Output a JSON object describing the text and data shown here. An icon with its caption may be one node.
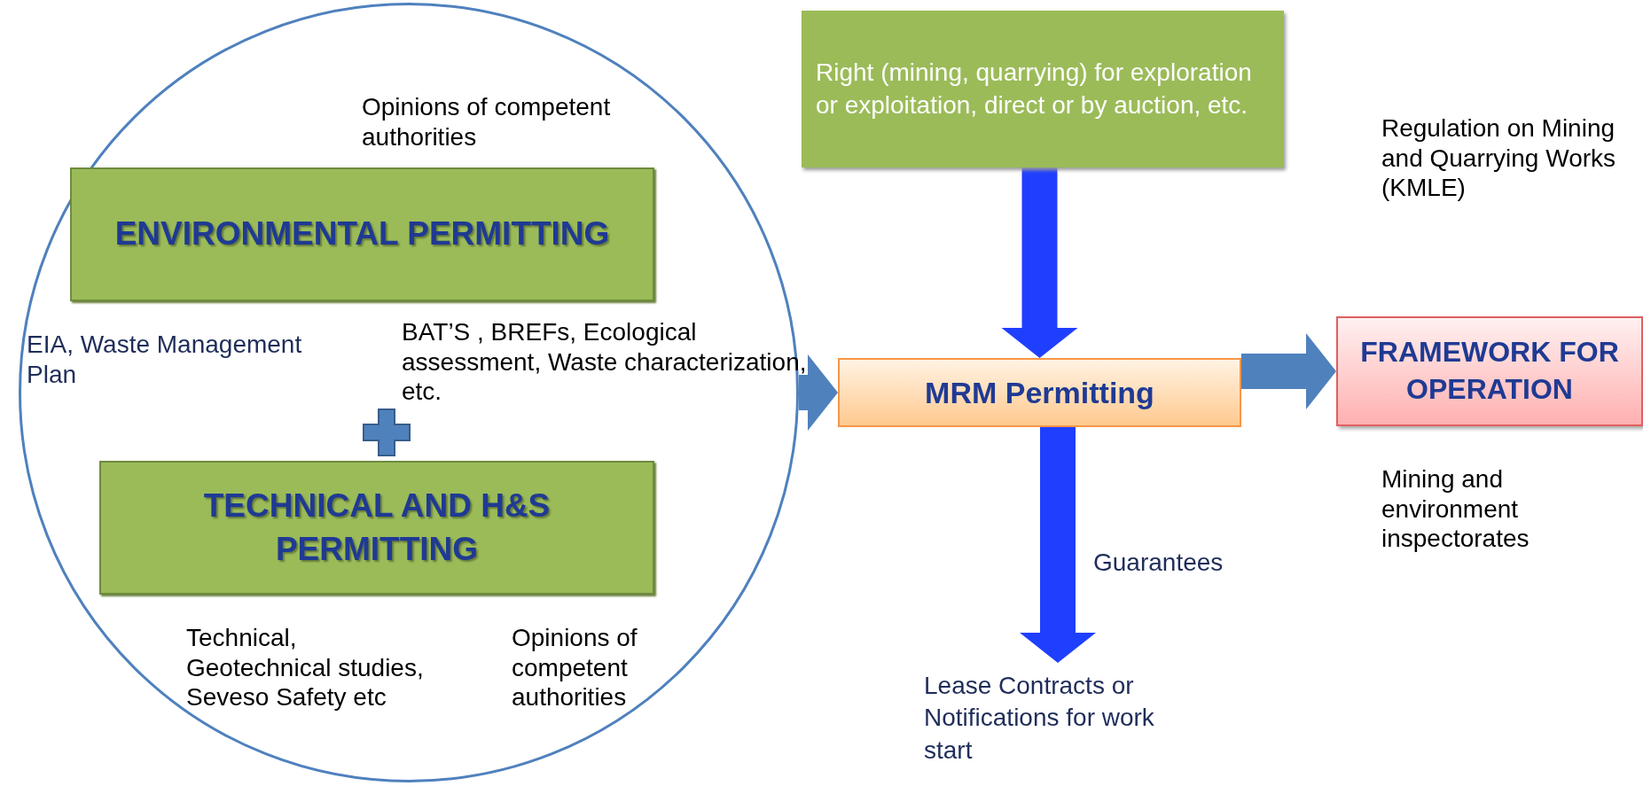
{
  "diagram": {
    "nodes": [
      {
        "text": [],
        "shape": "circle"
      },
      {
        "text": [
          "ENVIRONMENTAL PERMITTING"
        ],
        "in": 0
      },
      {
        "text": [
          "TECHNICAL AND H&S PERMITTING"
        ],
        "in": 0
      },
      {
        "text": [
          "Right (mining, quarrying) for exploration  or exploitation, direct or by auction, etc."
        ]
      },
      {
        "text": [
          "MRM Permitting"
        ]
      },
      {
        "text": [
          "FRAMEWORK FOR OPERATION"
        ]
      },
      {
        "text": [
          "Lease Contracts or Notifications for work start"
        ]
      }
    ],
    "edges": [
      {
        "from": 3,
        "to": 4,
        "arrow": "to",
        "color": "#1f3fff"
      },
      {
        "from": 0,
        "to": 4,
        "arrow": "to",
        "color": "#4f81bd"
      },
      {
        "from": 4,
        "to": 5,
        "arrow": "to",
        "color": "#4f81bd"
      },
      {
        "from": 4,
        "to": 6,
        "arrow": "to",
        "label": "Guarantees",
        "color": "#1f3fff"
      }
    ],
    "labels": [
      "Opinions of competent authorities",
      "EIA, Waste Management Plan",
      "BAT’S , BREFs, Ecological assessment, Waste characterization, etc.",
      "Technical, Geotechnical studies,  Seveso Safety etc",
      "Opinions of competent authorities",
      "Regulation on Mining and Quarrying Works (KMLE)",
      "Mining and environment inspectorates"
    ]
  }
}
